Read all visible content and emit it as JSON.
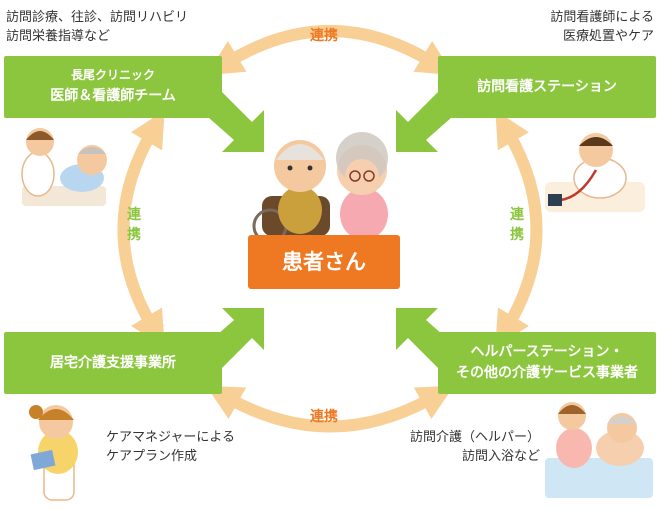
{
  "center": {
    "label": "患者さん"
  },
  "boxes": {
    "clinic": {
      "line1": "長尾クリニック",
      "line2": "医師＆看護師チーム"
    },
    "nursing_station": {
      "label": "訪問看護ステーション"
    },
    "care_support": {
      "label": "居宅介護支援事業所"
    },
    "helper_station": {
      "line1": "ヘルパーステーション・",
      "line2": "その他の介護サービス事業者"
    }
  },
  "notes": {
    "clinic": {
      "line1": "訪問診療、往診、訪問リハビリ",
      "line2": "訪問栄養指導など"
    },
    "nursing": {
      "line1": "訪問看護師による",
      "line2": "医療処置やケア"
    },
    "care_manager": {
      "line1": "ケアマネジャーによる",
      "line2": "ケアプラン作成"
    },
    "helper": {
      "line1": "訪問介護（ヘルパー）",
      "line2": "訪問入浴など"
    }
  },
  "links": {
    "top": "連携",
    "bottom": "連携",
    "left": [
      "連",
      "携"
    ],
    "right": [
      "連",
      "携"
    ]
  },
  "colors": {
    "green": "#8cc63f",
    "orange": "#ef7822",
    "peach_arrow": "#f8cf95"
  },
  "illustrations": [
    "doctor-patient-illustration",
    "nurse-illustration",
    "care-manager-illustration",
    "bathing-care-illustration",
    "elderly-couple-illustration"
  ]
}
